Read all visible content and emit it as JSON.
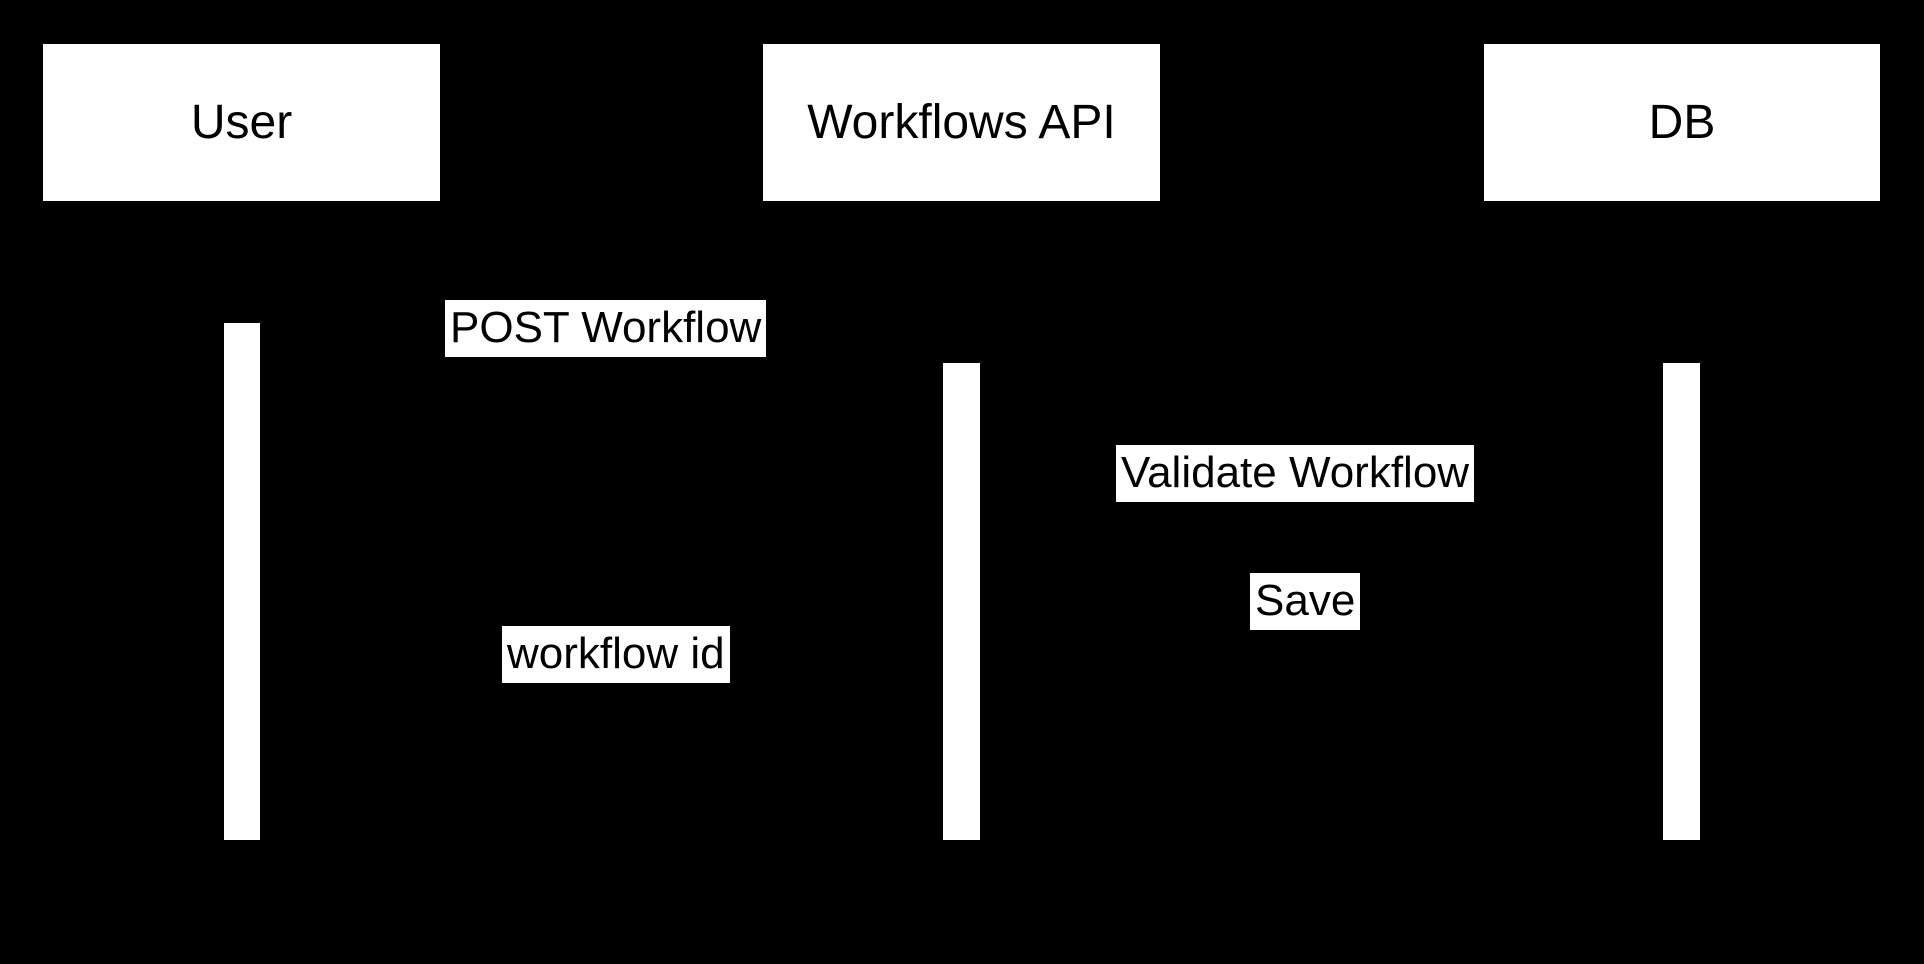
{
  "diagram": {
    "type": "sequence-diagram",
    "colors": {
      "background": "#000000",
      "node_fill": "#ffffff",
      "text": "#000000",
      "activation_fill": "#ffffff",
      "message_label_bg": "#ffffff"
    },
    "participants": [
      {
        "label": "User"
      },
      {
        "label": "Workflows API"
      },
      {
        "label": "DB"
      }
    ],
    "messages": [
      {
        "label": "POST Workflow"
      },
      {
        "label": "Validate Workflow"
      },
      {
        "label": "Save"
      },
      {
        "label": "workflow id"
      }
    ]
  }
}
